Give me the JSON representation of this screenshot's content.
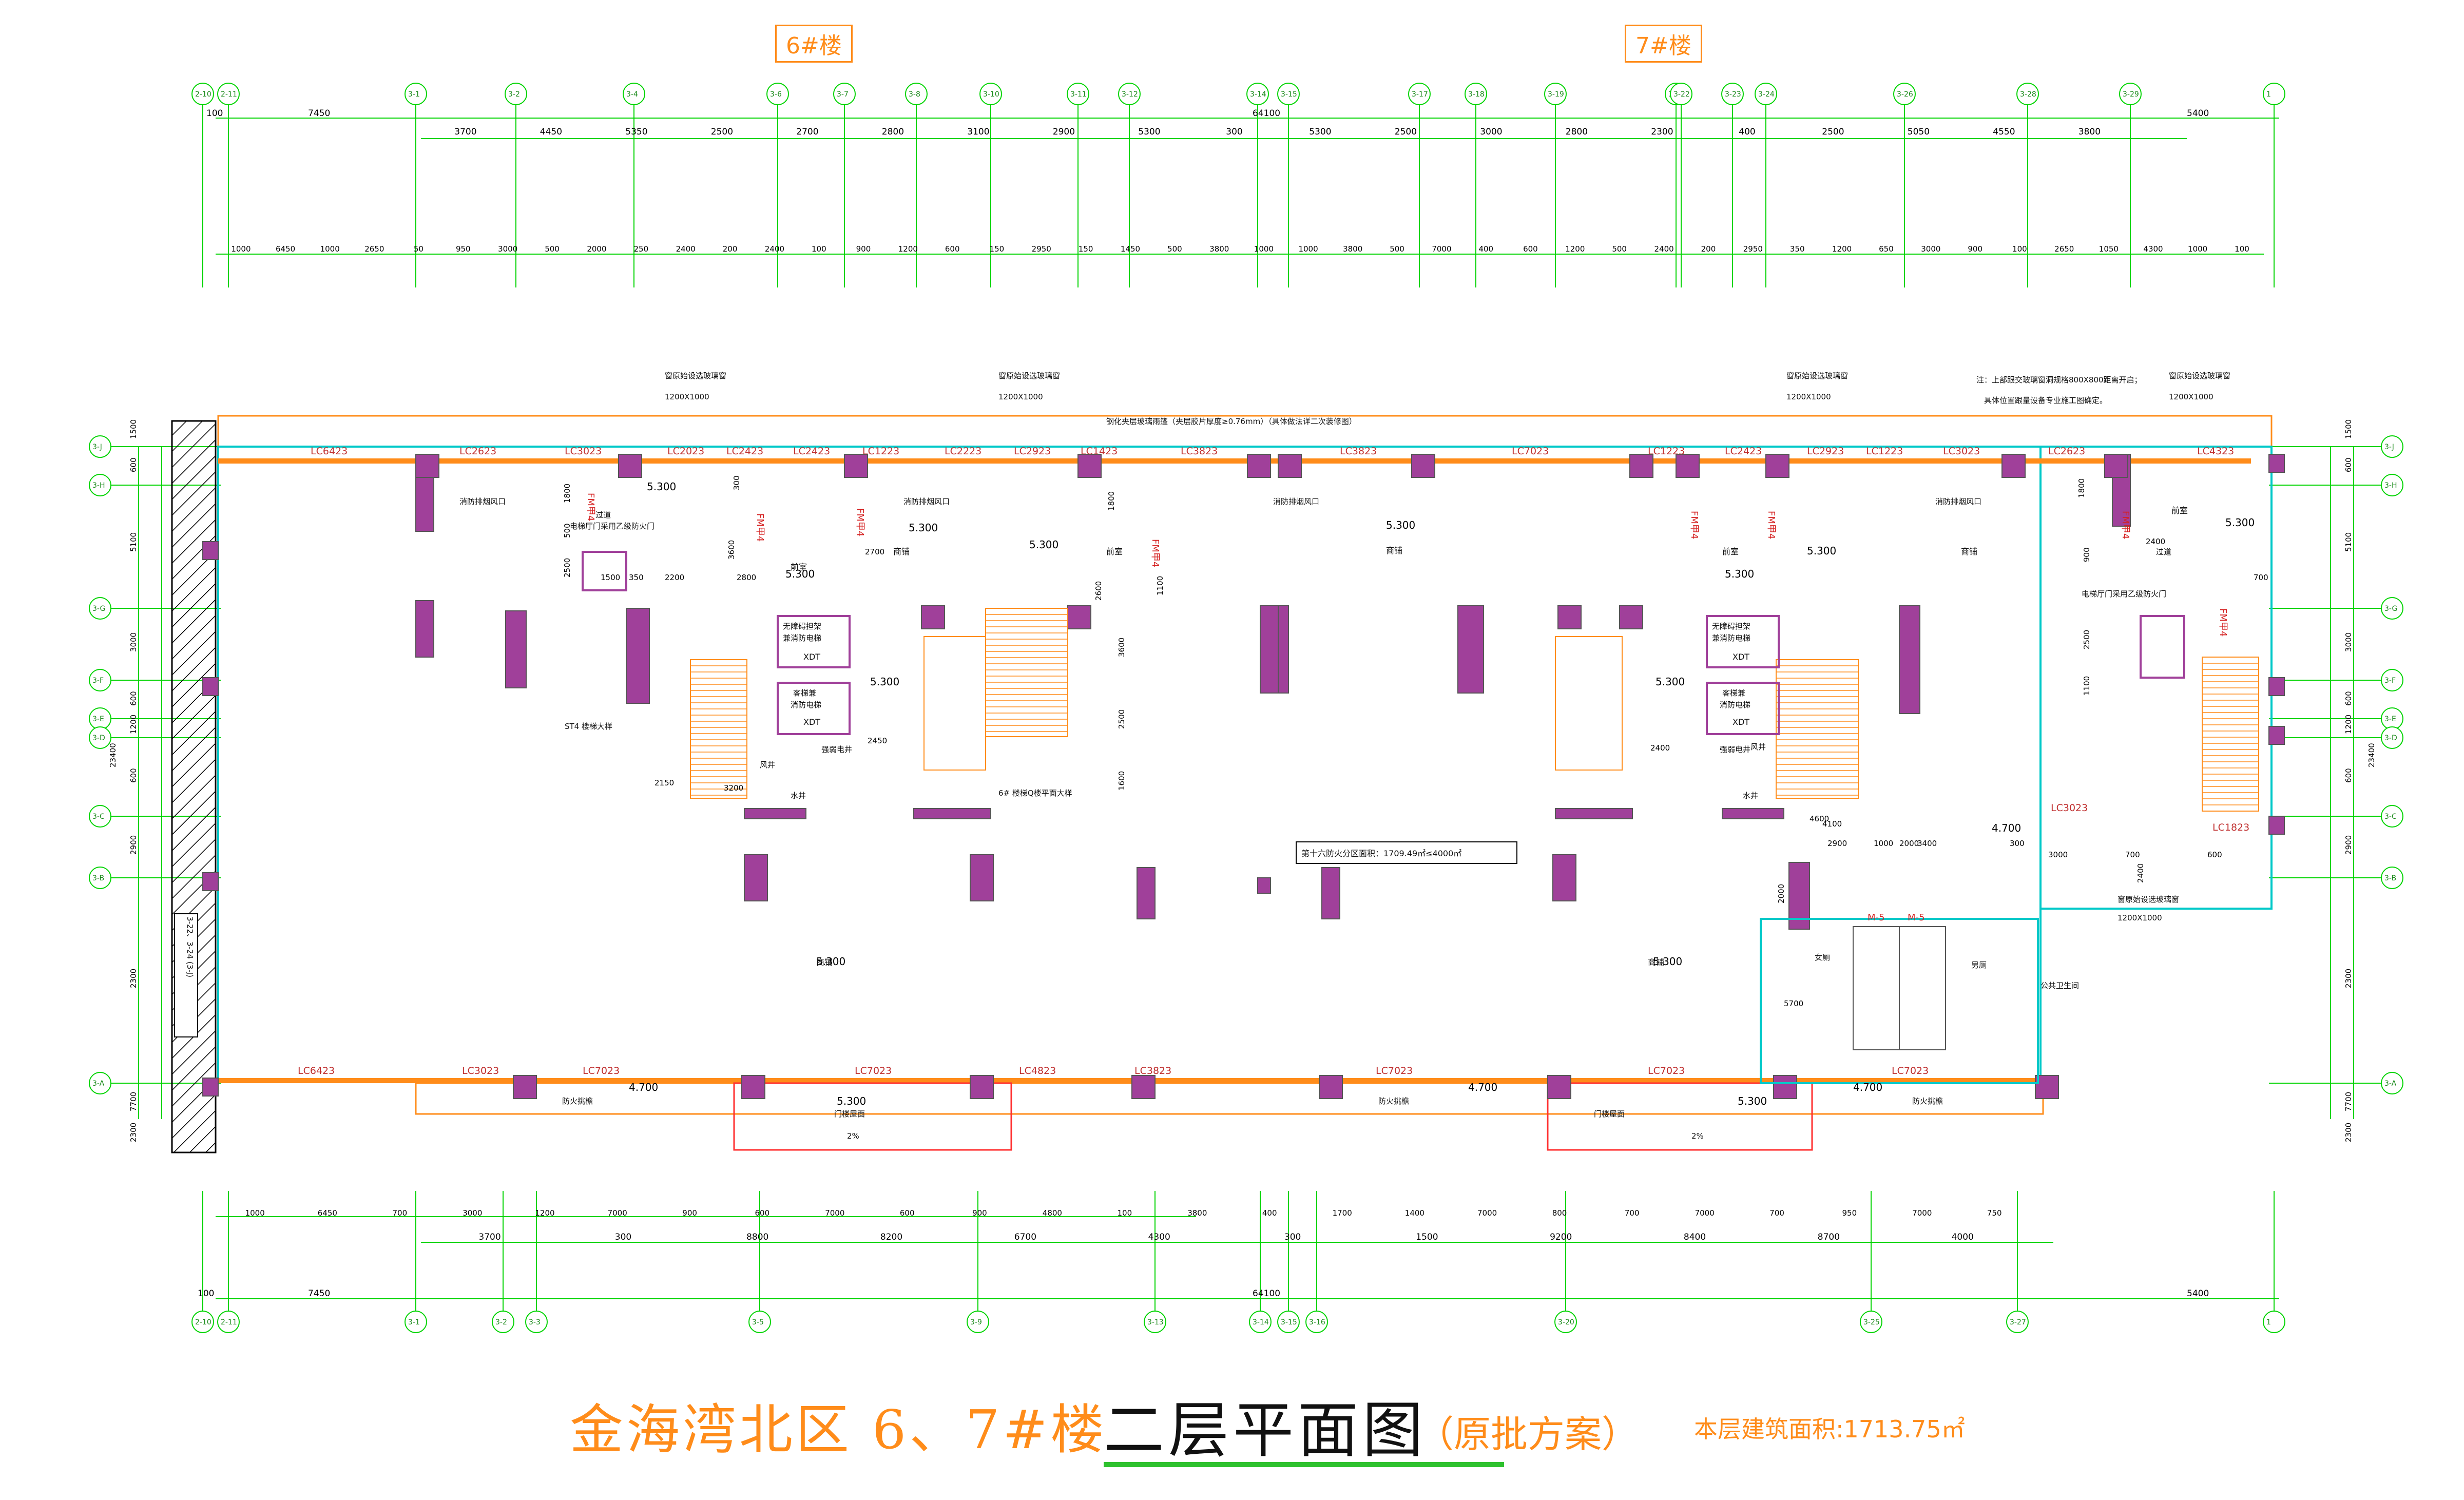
{
  "colors": {
    "grid": "#00d400",
    "wall": "#a0409a",
    "window": "#ff8c1a",
    "glass": "#00c8c8",
    "dim": "#00d400",
    "text": "#000000",
    "title": "#ff8c1a",
    "door": "#ff3030"
  },
  "buildings": {
    "b6": "6#楼",
    "b7": "7#楼"
  },
  "axes_top": [
    "2-10",
    "2-11",
    "3-1",
    "3-2",
    "3-4",
    "3-6",
    "3-7",
    "3-8",
    "3-10",
    "3-11",
    "3-12",
    "3-14",
    "3-15",
    "3-17",
    "3-18",
    "3-19",
    "3-21",
    "3-22",
    "3-23",
    "3-24",
    "3-26",
    "3-28",
    "3-29",
    "1"
  ],
  "axes_bottom": [
    "2-10",
    "2-11",
    "3-1",
    "3-2",
    "3-3",
    "3-5",
    "3-9",
    "3-13",
    "3-14",
    "3-15",
    "3-16",
    "3-20",
    "3-25",
    "3-27",
    "1"
  ],
  "axes_left": [
    "3-J",
    "3-H",
    "3-G",
    "3-F",
    "3-E",
    "3-D",
    "3-C",
    "3-B",
    "3-A"
  ],
  "dims": {
    "top_row1": [
      "100",
      "7450",
      "5400"
    ],
    "top_total": "64100",
    "top_row2": [
      "3700",
      "4450",
      "5350",
      "2500",
      "2700",
      "2800",
      "3100",
      "2900",
      "5300",
      "300",
      "5300",
      "2500",
      "3000",
      "2800",
      "2300",
      "400",
      "2500",
      "5050",
      "4550",
      "3800"
    ],
    "top_row3": [
      "1000",
      "6450",
      "1000",
      "2650",
      "50",
      "950",
      "3000",
      "500",
      "2000",
      "250",
      "2400",
      "200",
      "2400",
      "100",
      "900",
      "1200",
      "600",
      "150",
      "2950",
      "150",
      "1450",
      "500",
      "3800",
      "1000",
      "1000",
      "3800",
      "500",
      "7000",
      "400",
      "600",
      "1200",
      "500",
      "2400",
      "200",
      "2950",
      "350",
      "1200",
      "650",
      "3000",
      "900",
      "100",
      "2650",
      "1050",
      "4300",
      "1000",
      "100"
    ],
    "bottom_row1": [
      "1000",
      "6450",
      "700",
      "3000",
      "1200",
      "7000",
      "900",
      "600",
      "7000",
      "600",
      "900",
      "4800",
      "100",
      "3800",
      "400",
      "1700",
      "1400",
      "7000",
      "800",
      "700",
      "7000",
      "700",
      "950",
      "7000",
      "750"
    ],
    "bottom_row2": [
      "3700",
      "300",
      "8800",
      "8200",
      "6700",
      "4300",
      "300",
      "1500",
      "9200",
      "8400",
      "8700",
      "4000"
    ],
    "bottom_row3": [
      "100",
      "7450",
      "64100",
      "5400"
    ],
    "left": [
      "1500",
      "600",
      "5100",
      "3000",
      "600",
      "1200",
      "600",
      "2900",
      "2300",
      "7700",
      "2300",
      "23400"
    ],
    "right": [
      "1500",
      "600",
      "5100",
      "3000",
      "600",
      "1200",
      "600",
      "2900",
      "2300",
      "7700",
      "2300",
      "23400"
    ]
  },
  "windows_top": [
    "LC6423",
    "LC2623",
    "LC3023",
    "LC2023",
    "LC2423",
    "LC2423",
    "LC1223",
    "LC2223",
    "LC2923",
    "LC1423",
    "LC3823",
    "LC3823",
    "LC7023",
    "LC1223",
    "LC2423",
    "LC2923",
    "LC1223",
    "LC3023",
    "LC2623",
    "LC4323"
  ],
  "windows_bottom": [
    "LC6423",
    "LC3023",
    "LC7023",
    "LC7023",
    "LC4823",
    "LC3823",
    "LC7023",
    "LC7023",
    "LC7023"
  ],
  "windows_mid": [
    "LC3023",
    "LC1823"
  ],
  "notes": {
    "glass_window_1": "窗原始设选玻璃窗",
    "glass_window_size": "1200X1000",
    "canopy_note": "钢化夹层玻璃雨篷（夹层胶片厚度≥0.76mm）（具体做法详二次装修图）",
    "right_note": "注：上部跟交玻璃窗洞规格800X800距离开启；",
    "right_note2": "具体位置跟量设备专业施工图确定。",
    "fire_area": "第十六防火分区面积：1709.49㎡≤4000㎡",
    "stair_st4": "ST4 楼梯大样",
    "stair_6": "6# 楼梯Q楼平面大样",
    "smoke_shaft": "消防排烟风口",
    "lift_1": "无障碍担架",
    "lift_1b": "兼消防电梯",
    "lift_2": "客梯兼",
    "lift_2b": "消防电梯",
    "xdt": "XDT",
    "shaft": "强弱电井",
    "wind": "风井",
    "water": "水井",
    "vestibule_door": "电梯厅门采用乙级防火门",
    "vestibule": "过道",
    "fireproof_canopy": "防火挑檐",
    "door_canopy": "门楼屋面",
    "slope": "2%",
    "public_wc": "公共卫生间"
  },
  "rooms": {
    "shop": "商铺",
    "front_room": "前室",
    "female": "女厕",
    "male": "男厕",
    "door_m5": "M-5",
    "fm4": "FM甲4",
    "side_label": "3-22、3-24 (3-J)"
  },
  "elevations": [
    "5.300",
    "4.700"
  ],
  "room_dims": [
    "1800",
    "500",
    "2500",
    "1500",
    "350",
    "2200",
    "300",
    "3600",
    "2800",
    "2700",
    "1800",
    "2600",
    "1100",
    "3600",
    "2500",
    "1600",
    "2150",
    "3200",
    "2450",
    "2400",
    "4100",
    "4600",
    "2900",
    "1000",
    "2000",
    "3400",
    "300",
    "3000",
    "700",
    "600",
    "2400",
    "2000",
    "5700",
    "1800",
    "900",
    "2500",
    "1100",
    "700",
    "2400"
  ],
  "title": {
    "main": "金海湾北区 6、7#楼",
    "plan": "二层平面图",
    "note": "（原批方案）",
    "area": "本层建筑面积:1713.75㎡"
  }
}
